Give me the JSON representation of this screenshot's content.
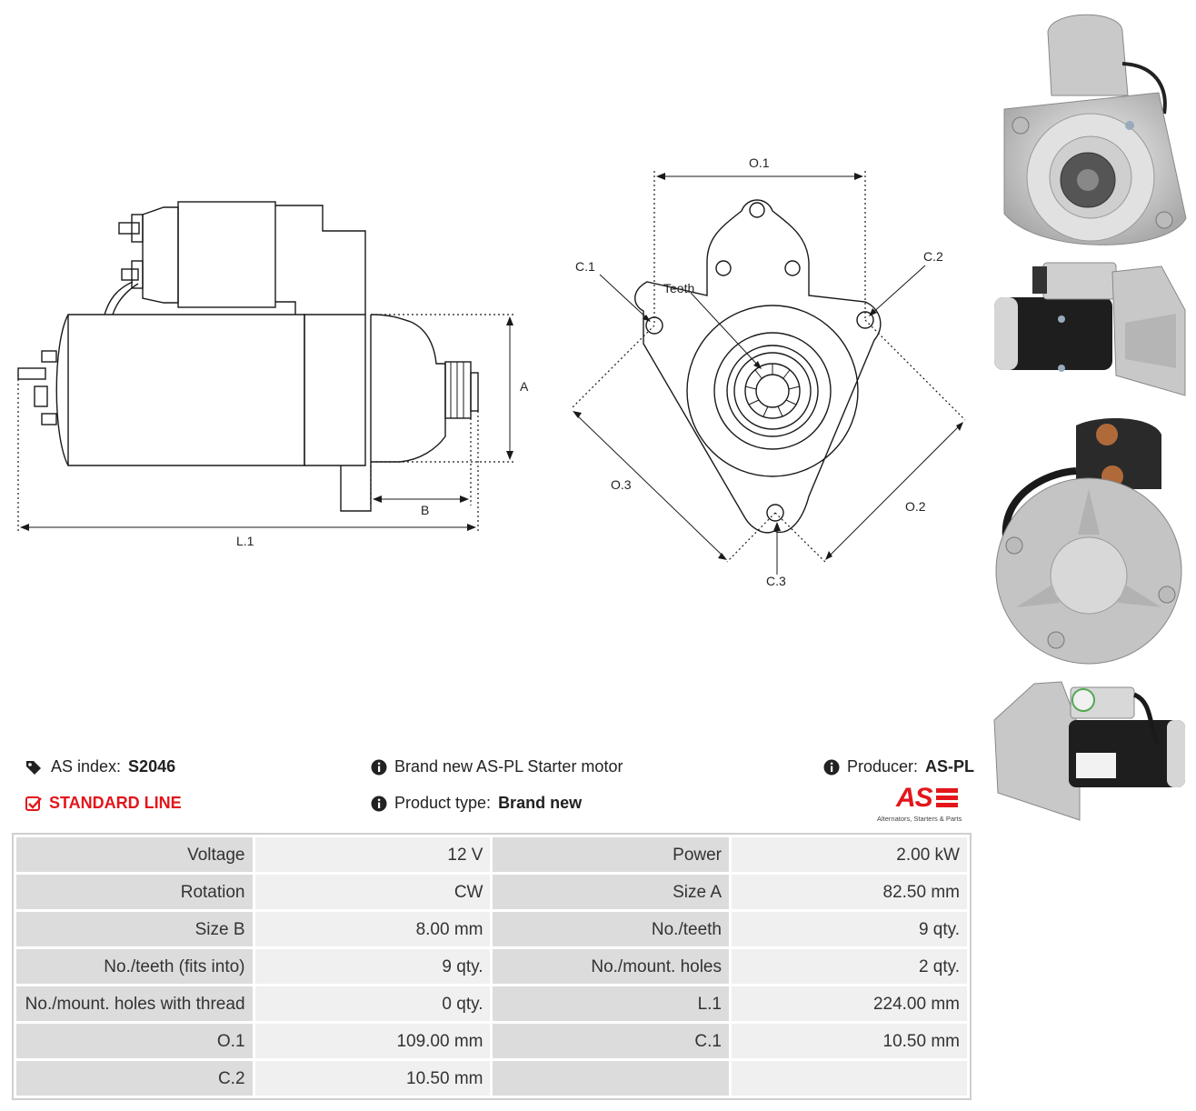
{
  "diagram": {
    "labels": {
      "a": "A",
      "b": "B",
      "l1": "L.1",
      "o1": "O.1",
      "o2": "O.2",
      "o3": "O.3",
      "c1": "C.1",
      "c2": "C.2",
      "c3": "C.3",
      "teeth": "Teeth"
    }
  },
  "info": {
    "as_index_label": "AS index:",
    "as_index_value": "S2046",
    "line": "STANDARD LINE",
    "description": "Brand new AS-PL Starter motor",
    "product_type_label": "Product type:",
    "product_type_value": "Brand new",
    "producer_label": "Producer:",
    "producer_value": "AS-PL",
    "logo_text": "AS",
    "logo_tagline": "Alternators, Starters & Parts",
    "accent_color": "#e3161b"
  },
  "specs": [
    [
      "Voltage",
      "12 V",
      "Power",
      "2.00 kW"
    ],
    [
      "Rotation",
      "CW",
      "Size A",
      "82.50 mm"
    ],
    [
      "Size B",
      "8.00 mm",
      "No./teeth",
      "9 qty."
    ],
    [
      "No./teeth (fits into)",
      "9 qty.",
      "No./mount. holes",
      "2 qty."
    ],
    [
      "No./mount. holes with thread",
      "0 qty.",
      "L.1",
      "224.00 mm"
    ],
    [
      "O.1",
      "109.00 mm",
      "C.1",
      "10.50 mm"
    ],
    [
      "C.2",
      "10.50 mm",
      "",
      ""
    ]
  ]
}
